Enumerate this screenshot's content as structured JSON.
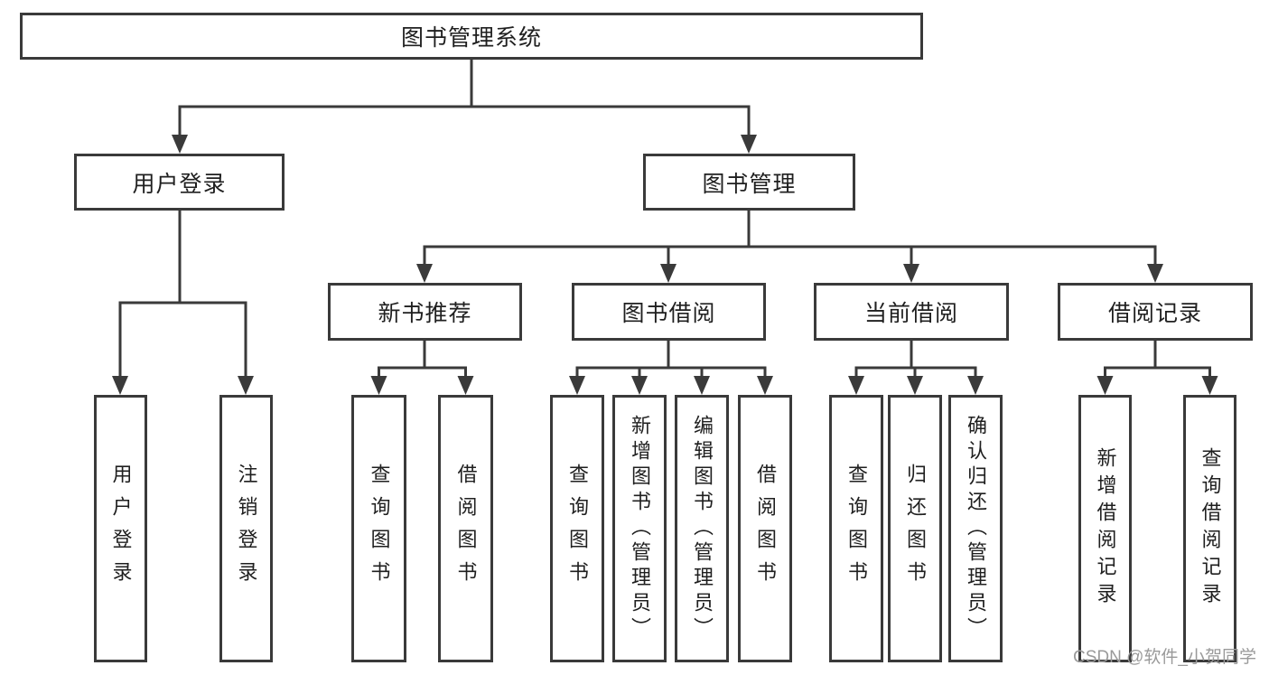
{
  "diagram": {
    "type": "hierarchy-tree",
    "watermark": "CSDN @软件_小贺同学",
    "colors": {
      "background": "#ffffff",
      "line": "#3a3a3a",
      "box_border": "#3a3a3a",
      "box_fill": "#ffffff",
      "text": "#1f1f1f",
      "watermark_text": "#9a9a9a"
    }
  },
  "tree": {
    "label": "图书管理系统",
    "children": [
      {
        "label": "用户登录",
        "children": [
          {
            "label": "用户登录"
          },
          {
            "label": "注销登录"
          }
        ]
      },
      {
        "label": "图书管理",
        "children": [
          {
            "label": "新书推荐",
            "children": [
              {
                "label": "查询图书"
              },
              {
                "label": "借阅图书"
              }
            ]
          },
          {
            "label": "图书借阅",
            "children": [
              {
                "label": "查询图书"
              },
              {
                "label": "新增图书（管理员）"
              },
              {
                "label": "编辑图书（管理员）"
              },
              {
                "label": "借阅图书"
              }
            ]
          },
          {
            "label": "当前借阅",
            "children": [
              {
                "label": "查询图书"
              },
              {
                "label": "归还图书"
              },
              {
                "label": "确认归还（管理员）"
              }
            ]
          },
          {
            "label": "借阅记录",
            "children": [
              {
                "label": "新增借阅记录"
              },
              {
                "label": "查询借阅记录"
              }
            ]
          }
        ]
      }
    ]
  }
}
